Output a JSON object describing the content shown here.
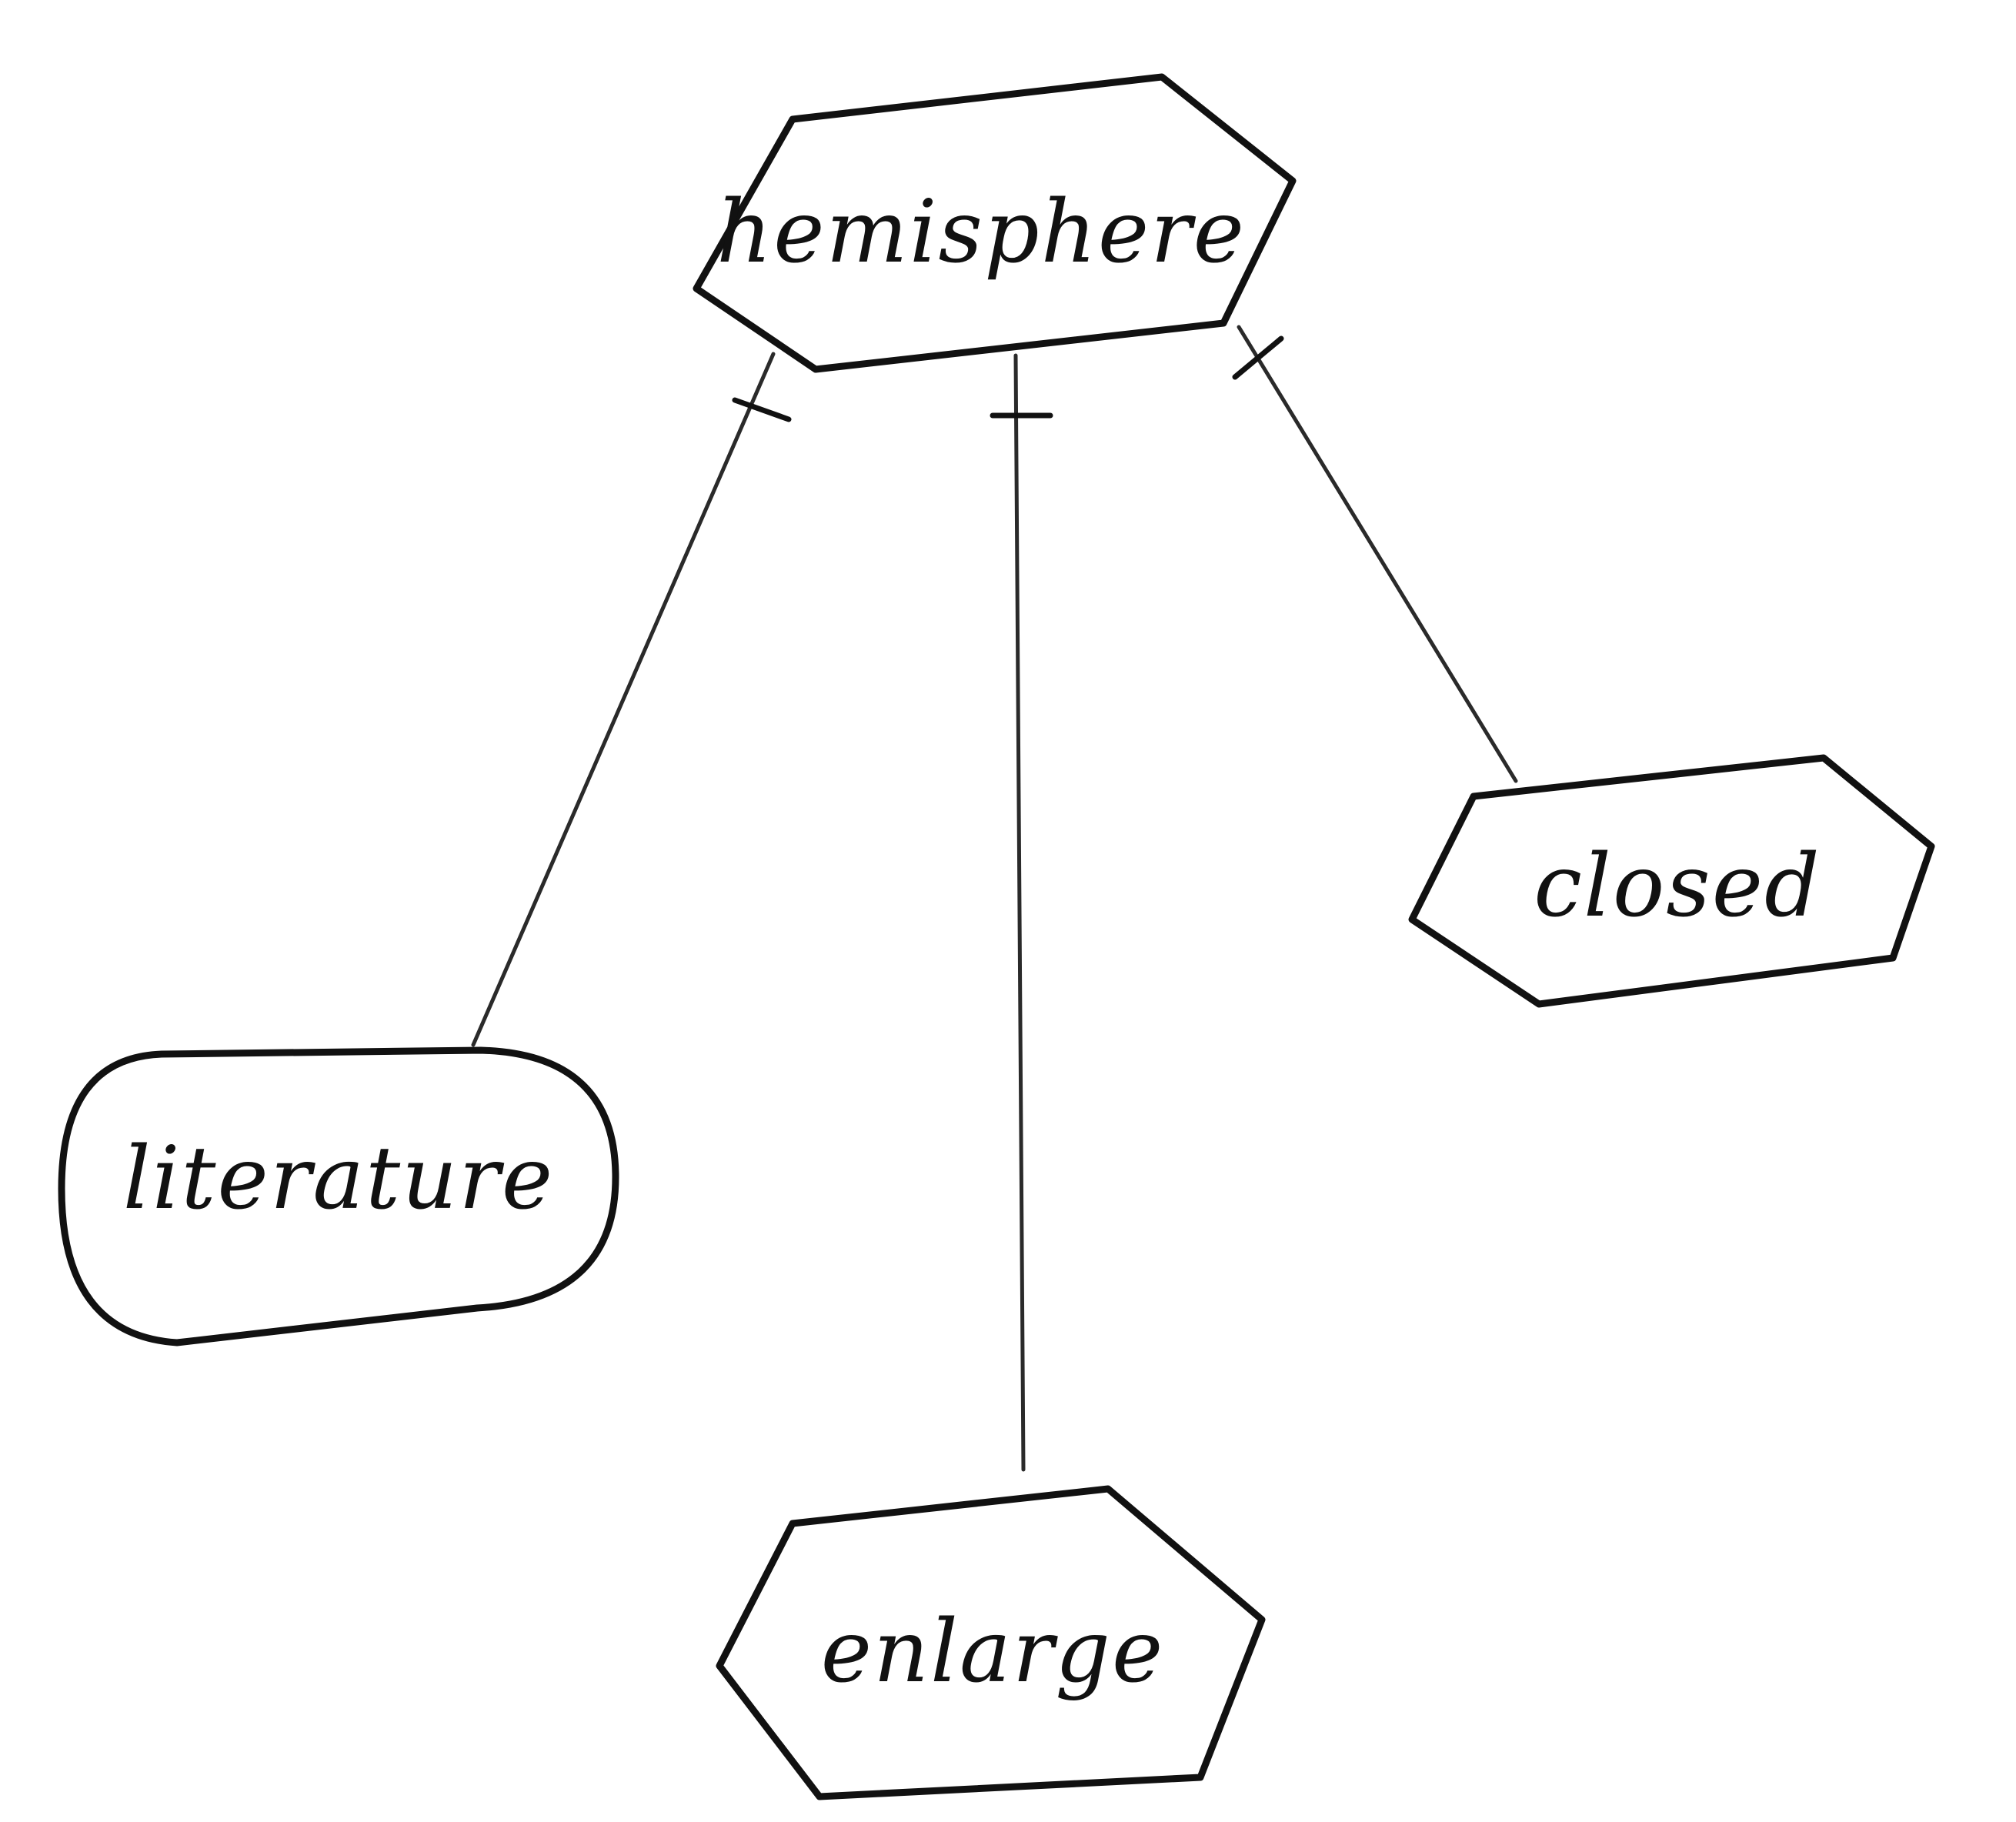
{
  "diagram": {
    "type": "concept-map",
    "root": {
      "label": "hemisphere",
      "shape": "hexagon"
    },
    "nodes": [
      {
        "id": "literature",
        "label": "literature",
        "shape": "stadium"
      },
      {
        "id": "enlarge",
        "label": "enlarge",
        "shape": "hexagon"
      },
      {
        "id": "closed",
        "label": "closed",
        "shape": "hexagon"
      }
    ],
    "edges": [
      {
        "from": "hemisphere",
        "to": "literature",
        "end_marker": "bar-at-source"
      },
      {
        "from": "hemisphere",
        "to": "enlarge",
        "end_marker": "bar-at-source"
      },
      {
        "from": "hemisphere",
        "to": "closed",
        "end_marker": "bar-at-source"
      }
    ],
    "colors": {
      "ink": "#111111",
      "background": "#ffffff"
    }
  }
}
